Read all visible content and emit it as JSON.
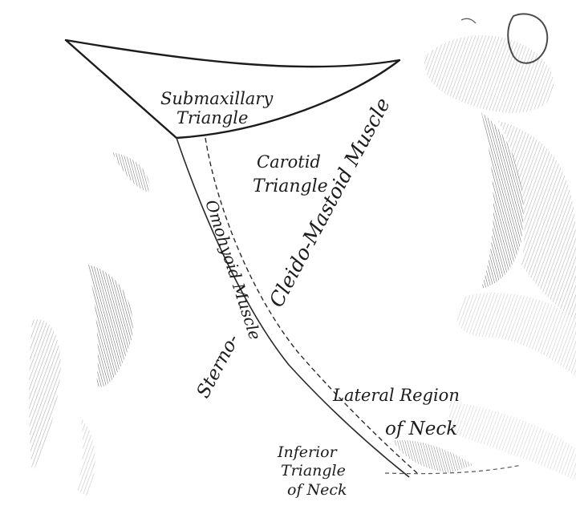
{
  "figure": {
    "labels": {
      "submaxillary_line1": "Submaxillary",
      "submaxillary_line2": "Triangle",
      "carotid_line1": "Carotid",
      "carotid_line2": "Triangle",
      "cleido_mastoid": "Cleido-Mastoid Muscle",
      "omohyoid": "Omohyoid Muscle",
      "sterno": "Sterno-",
      "lateral_line1": "Lateral Region",
      "lateral_line2": "of Neck",
      "inferior_line1": "Inferior",
      "inferior_line2": "Triangle",
      "inferior_line3": "of Neck"
    },
    "colors": {
      "ink": "#1c1c1c",
      "hatching": "#6f6f6f",
      "paper": "#ffffff"
    }
  }
}
